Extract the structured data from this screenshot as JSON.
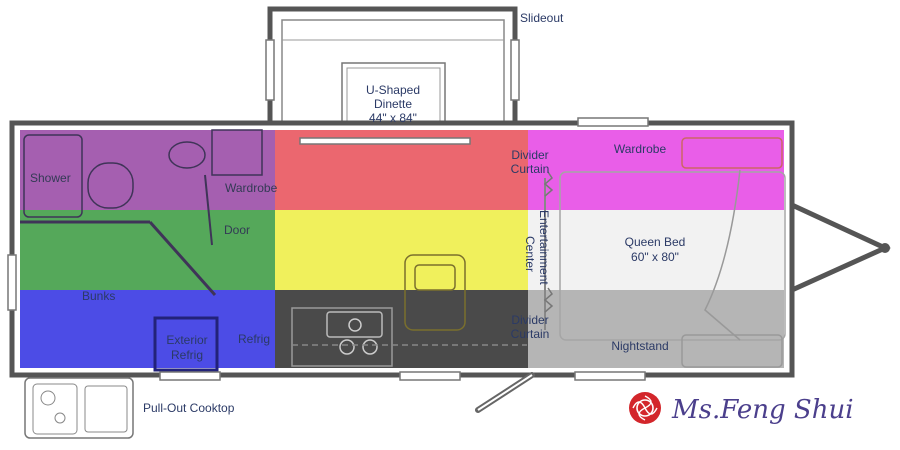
{
  "labels": {
    "slideout": "Slideout",
    "u_shaped_dinette": "U-Shaped",
    "u_shaped_dinette_2": "Dinette",
    "dinette_size": "44\" x 84\"",
    "shower": "Shower",
    "wardrobe_left": "Wardrobe",
    "door": "Door",
    "bunks": "Bunks",
    "exterior_refrig_1": "Exterior",
    "exterior_refrig_2": "Refrig",
    "refrig": "Refrig",
    "divider_curtain_top_1": "Divider",
    "divider_curtain_top_2": "Curtain",
    "divider_curtain_bottom_1": "Divider",
    "divider_curtain_bottom_2": "Curtain",
    "entertainment_1": "Entertainment",
    "entertainment_2": "Center",
    "wardrobe_right": "Wardrobe",
    "queen_bed": "Queen Bed",
    "queen_bed_size": "60\" x 80\"",
    "nightstand": "Nightstand",
    "pull_out_cooktop": "Pull-Out Cooktop"
  },
  "brand": {
    "name": "Ms.Feng Shui",
    "accent": "#d3262b"
  },
  "zone_colors": {
    "purple": "#a55fb0",
    "red": "#e8525b",
    "magenta": "#e95ee8",
    "green": "#55a85a",
    "yellow": "#f0f05c",
    "white": "#f2f2f2",
    "blue": "#4c4ce6",
    "dark_gray": "#4a4a4a",
    "light_gray": "#b5b5b5"
  }
}
